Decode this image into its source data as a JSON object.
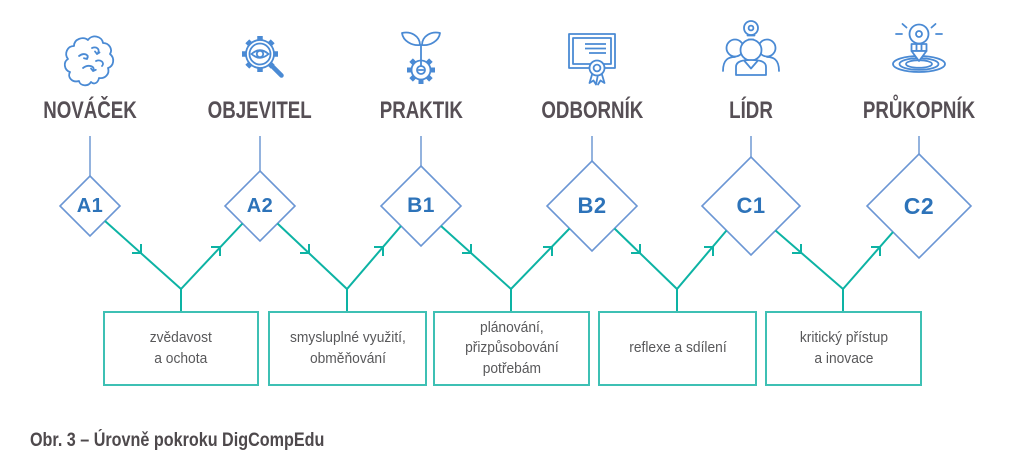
{
  "figure": {
    "caption": "Obr. 3 – Úrovně pokroku DigCompEdu"
  },
  "levels": [
    {
      "code": "A1",
      "name": "NOVÁČEK",
      "icon": "brain-icon"
    },
    {
      "code": "A2",
      "name": "OBJEVITEL",
      "icon": "gear-eye-magnifier-icon"
    },
    {
      "code": "B1",
      "name": "PRAKTIK",
      "icon": "sprout-gear-icon"
    },
    {
      "code": "B2",
      "name": "ODBORNÍK",
      "icon": "certificate-icon"
    },
    {
      "code": "C1",
      "name": "LÍDR",
      "icon": "team-lightbulb-icon"
    },
    {
      "code": "C2",
      "name": "PRŮKOPNÍK",
      "icon": "lightbulb-landing-icon"
    }
  ],
  "transition_boxes": [
    {
      "label": "zvědavost\na ochota"
    },
    {
      "label": "smysluplné využití,\nobměňování"
    },
    {
      "label": "plánování,\npřizpůsobování\npotřebám"
    },
    {
      "label": "reflexe a sdílení"
    },
    {
      "label": "kritický přístup\na inovace"
    }
  ],
  "colors": {
    "icon_blue": "#4a8ad4",
    "diamond_border_blue": "#6b96d4",
    "code_text_blue": "#2d73b9",
    "arrow_teal": "#0db3a4",
    "box_border_teal": "#3ec0b4",
    "level_label_gray": "#564f55",
    "box_text_gray": "#58585a"
  }
}
